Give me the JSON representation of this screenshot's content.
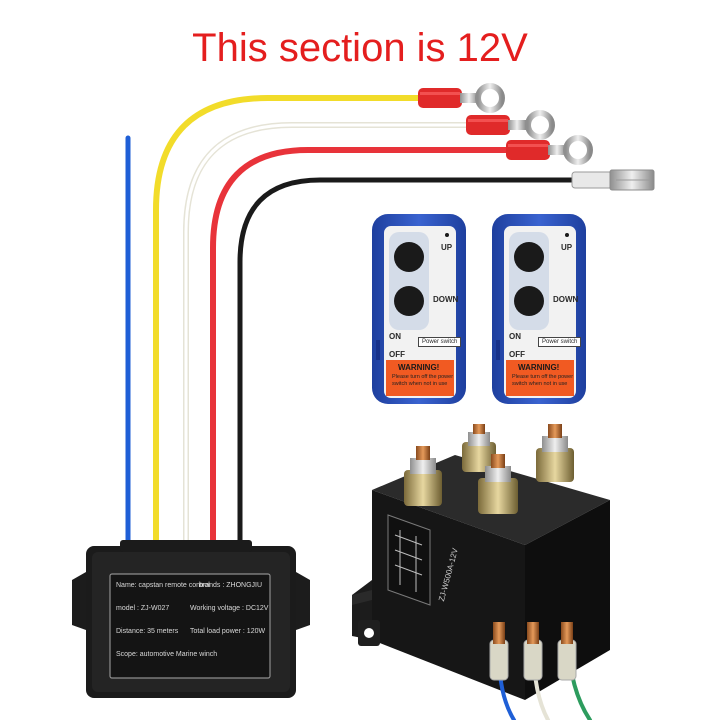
{
  "headline": "This section is 12V",
  "remotes": [
    {
      "up": "UP",
      "down": "DOWN",
      "on": "ON",
      "off": "OFF",
      "power_switch": "Power switch",
      "warning_title": "WARNING!",
      "warning_text": "Please turn off the power switch when not in use"
    },
    {
      "up": "UP",
      "down": "DOWN",
      "on": "ON",
      "off": "OFF",
      "power_switch": "Power switch",
      "warning_title": "WARNING!",
      "warning_text": "Please turn off the power switch when not in use"
    }
  ],
  "receiver_label": {
    "name": "Name: capstan remote control",
    "brands": "brands : ZHONGJIU",
    "model": "model : ZJ-W027",
    "working_voltage": "Working voltage : DC12V",
    "distance": "Distance: 35 meters",
    "total_load_power": "Total load power : 120W",
    "scope": "Scope: automotive Marine winch"
  },
  "relay_label": "ZJ-W500A-12V",
  "colors": {
    "headline": "#e41e1e",
    "wire_blue": "#1f5fd6",
    "wire_yellow": "#f2dc2a",
    "wire_white": "#efeee6",
    "wire_red": "#e8333a",
    "wire_black": "#1a1a1a",
    "remote_body": "#2c4fb8",
    "warning_orange": "#f15a22"
  }
}
